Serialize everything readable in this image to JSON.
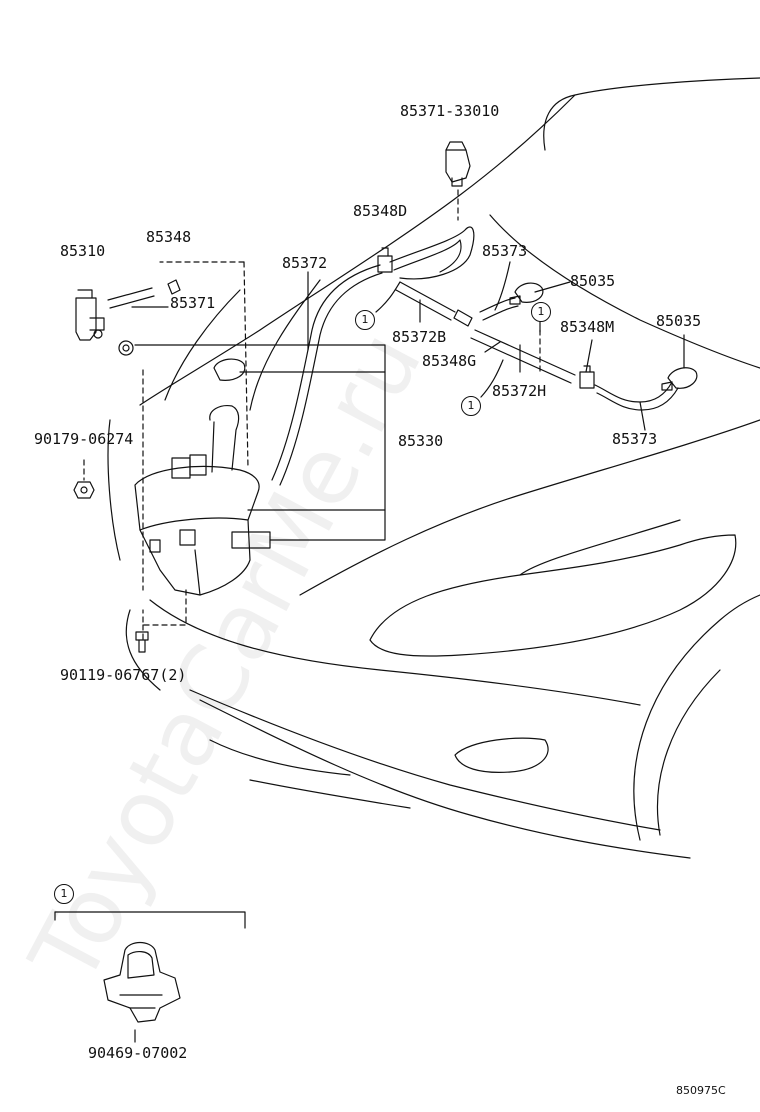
{
  "parts": {
    "nozzle_33010": "85371-33010",
    "joint_d": "85348D",
    "hose_85373_top": "85373",
    "nozzle_85035_a": "85035",
    "nozzle_85035_b": "85035",
    "joint_m": "85348M",
    "hose_85372b": "85372B",
    "joint_g": "85348G",
    "hose_85372h": "85372H",
    "hose_85373_bottom": "85373",
    "pump": "85310",
    "grommet": "85348",
    "pump_hose": "85371",
    "tank_hose": "85372",
    "tank": "85330",
    "nut": "90179-06274",
    "bolt": "90119-06767(2)",
    "clip": "90469-07002"
  },
  "callouts": {
    "c1": "1",
    "c2": "1",
    "c3": "1",
    "c4": "1"
  },
  "diagram_code": "850975C",
  "watermark": "ToyotaCarMe.ru"
}
